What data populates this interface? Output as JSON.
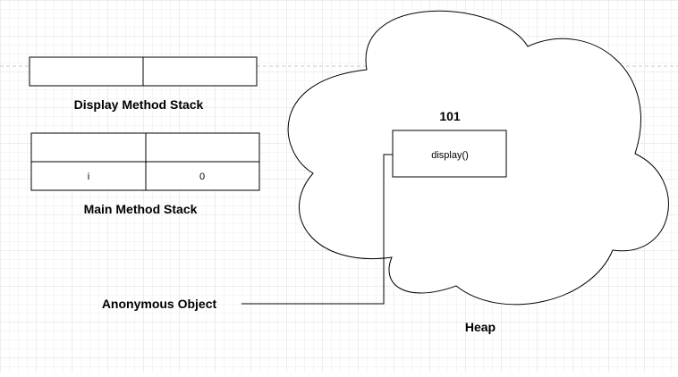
{
  "display_stack": {
    "label": "Display Method Stack",
    "rows": [
      [
        "",
        ""
      ]
    ]
  },
  "main_stack": {
    "label": "Main Method Stack",
    "rows": [
      [
        "",
        ""
      ],
      [
        "i",
        "0"
      ]
    ]
  },
  "heap": {
    "label": "Heap",
    "object": {
      "address": "101",
      "method": "display()"
    }
  },
  "pointer_label": "Anonymous Object",
  "colors": {
    "grid_minor": "#eeeeee",
    "grid_major": "#d6d6d6",
    "stroke": "#000000",
    "guide": "#c8c8c8"
  }
}
